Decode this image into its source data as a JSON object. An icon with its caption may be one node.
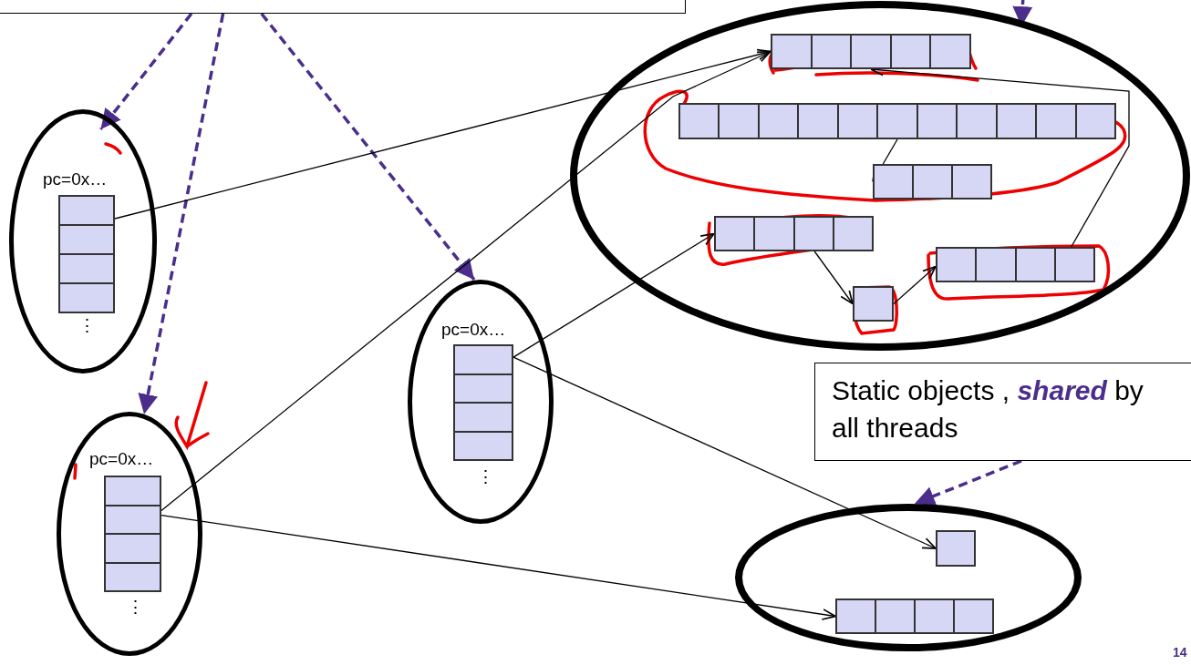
{
  "diagram": {
    "nodes": [
      {
        "text": [],
        "shape": "box"
      },
      {
        "text": [
          "pc=0x…",
          "⋮"
        ]
      },
      {
        "text": [],
        "shape": "box",
        "in": 1
      },
      {
        "text": [
          "pc=0x…",
          "⋮"
        ]
      },
      {
        "text": [],
        "shape": "box",
        "in": 3
      },
      {
        "text": [
          "pc=0x…",
          "⋮"
        ]
      },
      {
        "text": [],
        "shape": "box",
        "in": 5
      },
      {
        "text": [],
        "shape": "ellipse"
      },
      {
        "text": [],
        "shape": "box",
        "in": 7
      },
      {
        "text": [],
        "shape": "box",
        "in": 7
      },
      {
        "text": [],
        "shape": "box",
        "in": 7
      },
      {
        "text": [],
        "shape": "box",
        "in": 7
      },
      {
        "text": [],
        "shape": "box",
        "in": 7
      },
      {
        "text": [],
        "shape": "box",
        "in": 7
      },
      {
        "text": [
          "Static objects , **shared** by all threads"
        ]
      },
      {
        "text": [],
        "shape": "ellipse"
      },
      {
        "text": [],
        "shape": "box",
        "in": 15
      },
      {
        "text": [],
        "shape": "box",
        "in": 15
      }
    ],
    "edges": [
      {
        "from": 0,
        "to": 1,
        "arrow": "to",
        "style": "dashed",
        "color": "#4b2e8c"
      },
      {
        "from": 0,
        "to": 3,
        "arrow": "to",
        "style": "dashed",
        "color": "#4b2e8c"
      },
      {
        "from": 0,
        "to": 5,
        "arrow": "to",
        "style": "dashed",
        "color": "#4b2e8c"
      },
      {
        "from": null,
        "to": 7,
        "arrow": "to",
        "style": "dashed",
        "color": "#4b2e8c"
      },
      {
        "from": 14,
        "to": 15,
        "arrow": "to",
        "style": "dashed",
        "color": "#4b2e8c"
      },
      {
        "from": 2,
        "to": 8,
        "arrow": "to"
      },
      {
        "from": 4,
        "to": 8,
        "arrow": "to"
      },
      {
        "from": 6,
        "to": 11,
        "arrow": "to"
      },
      {
        "from": 6,
        "to": 16,
        "arrow": "to"
      },
      {
        "from": 4,
        "to": 17,
        "arrow": "to"
      },
      {
        "from": 9,
        "to": 10,
        "arrow": "to"
      },
      {
        "from": 11,
        "to": 12,
        "arrow": "to"
      },
      {
        "from": 12,
        "to": 13,
        "arrow": "to"
      },
      {
        "from": 13,
        "to": 8,
        "arrow": "to"
      }
    ],
    "labels": [
      "14"
    ]
  }
}
